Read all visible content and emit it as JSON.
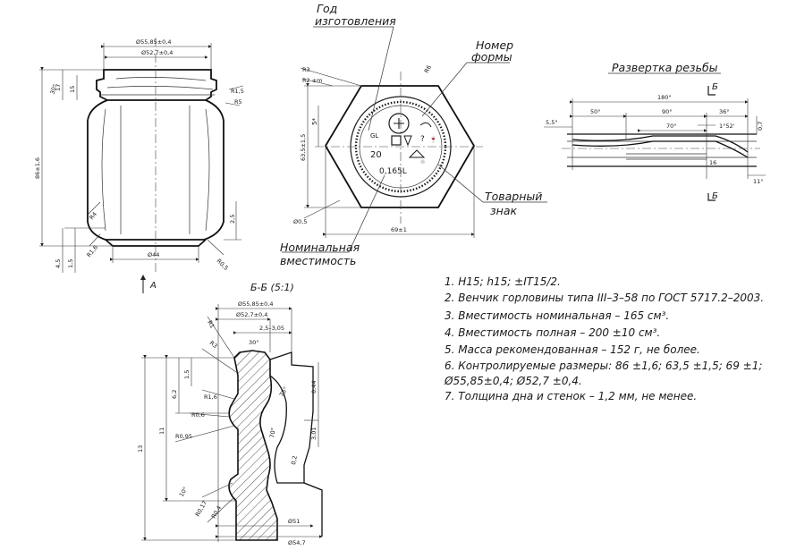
{
  "labels": {
    "god": "Год",
    "izgotovleniya": "изготовления",
    "nomer": "Номер",
    "formy": "формы",
    "razvertka": "Развертка резьбы",
    "tovarny": "Товарный",
    "znak": "знак",
    "nominalnaya": "Номинальная",
    "vmestimost": "вместимость",
    "section": "Б-Б (5:1)",
    "view_a": "А",
    "section_mark": "Б"
  },
  "emblem": {
    "year": "20",
    "volume": "0,165L",
    "gl": "GL"
  },
  "dims_jar": {
    "top_diam": "Ø55,85±0,4",
    "thread_diam": "Ø52,7±0,4",
    "height": "86±1,6",
    "r15": "R1,5",
    "r5": "R5",
    "h17": "17",
    "h15": "15",
    "deg": "30°",
    "r4": "R4",
    "r16": "R1,6",
    "bottom_diam": "Ø44",
    "r05": "R0,5",
    "h25": "2,5",
    "h45": "4,5",
    "h15b": "1,5"
  },
  "dims_top": {
    "r3": "R3",
    "r_outer": "R2 ±m",
    "r6": "R6",
    "h5": "5*",
    "h635": "63,5±1,5",
    "d05": "Ø0,5",
    "width": "69±1"
  },
  "dims_unroll": {
    "total": "180°",
    "a50": "50°",
    "a90": "90°",
    "a36": "36°",
    "a70": "70°",
    "a55": "5,5°",
    "a152": "1°52'",
    "h07": "0,7",
    "h11": "11°",
    "h16": "16"
  },
  "dims_section": {
    "d5585": "Ø55,85±0,4",
    "d527": "Ø52,7±0,4",
    "h2505": "2,5–3,05",
    "r1": "R1",
    "a30": "30°",
    "r3": "R3",
    "h15": "1,5",
    "h62": "6,2",
    "r16": "R1,6",
    "r06": "R0,6",
    "r095": "R0,95",
    "h11": "11",
    "h13": "13",
    "h044": "0,44",
    "h301": "3,01",
    "a70": "70°",
    "a75": "75°",
    "a10": "10°",
    "r017": "R0,17",
    "r04": "R0,4",
    "d51": "Ø51",
    "d547": "Ø54,7",
    "h02": "0,2"
  },
  "notes": [
    "1.  Н15;  h15;  ±IT15/2.",
    "2.  Венчик горловины типа  III–3–58  по  ГОСТ  5717.2–2003.",
    "3.  Вместимость номинальная    –  165  см³.",
    "4.  Вместимость полная          –  200 ±10  см³.",
    "5.  Масса рекомендованная       –  152  г,  не более.",
    "6.  Контролируемые  размеры: 86 ±1,6;  63,5 ±1,5;  69 ±1;",
    "Ø55,85±0,4;   Ø52,7 ±0,4.",
    "7.  Толщина дна и стенок  –  1,2 мм,  не менее."
  ]
}
